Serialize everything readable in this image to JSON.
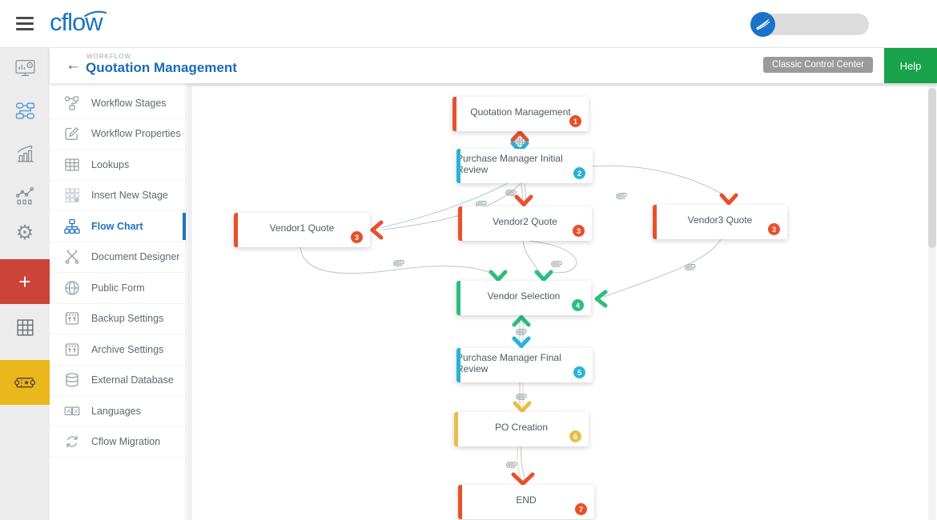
{
  "topbar": {
    "logo_text": "cflow"
  },
  "page_header": {
    "back_glyph": "←",
    "eyebrow": "WORKFLOW",
    "title": "Quotation Management",
    "classic_button_label": "Classic Control Center",
    "help_button_label": "Help"
  },
  "left_rail": {
    "plus_glyph": "+",
    "gear_glyph": "⚙",
    "icons": [
      "dashboard-monitor-icon",
      "workflow-stages-icon",
      "analytics-chart-icon",
      "statistics-icon",
      "settings-gear-icon",
      "add-plus-icon",
      "grid-apps-icon",
      "ticket-icon"
    ]
  },
  "sidebar": {
    "items": [
      {
        "label": "Workflow Stages",
        "icon": "stages-icon",
        "active": false
      },
      {
        "label": "Workflow Properties",
        "icon": "edit-icon",
        "active": false
      },
      {
        "label": "Lookups",
        "icon": "table-icon",
        "active": false
      },
      {
        "label": "Insert New Stage",
        "icon": "insert-grid-icon",
        "active": false
      },
      {
        "label": "Flow Chart",
        "icon": "flowchart-icon",
        "active": true
      },
      {
        "label": "Document Designer",
        "icon": "designer-icon",
        "active": false
      },
      {
        "label": "Public Form",
        "icon": "globe-icon",
        "active": false
      },
      {
        "label": "Backup Settings",
        "icon": "backup-icon",
        "active": false
      },
      {
        "label": "Archive Settings",
        "icon": "archive-icon",
        "active": false
      },
      {
        "label": "External Database",
        "icon": "database-icon",
        "active": false
      },
      {
        "label": "Languages",
        "icon": "languages-icon",
        "active": false
      },
      {
        "label": "Cflow Migration",
        "icon": "migration-icon",
        "active": false
      }
    ]
  },
  "flowchart": {
    "nodes": [
      {
        "label": "Quotation Management",
        "badge": "1",
        "color": "#e8502a"
      },
      {
        "label": "Purchase Manager Initial Review",
        "badge": "2",
        "color": "#29b2d8"
      },
      {
        "label": "Vendor1 Quote",
        "badge": "3",
        "color": "#e8502a"
      },
      {
        "label": "Vendor2 Quote",
        "badge": "3",
        "color": "#e8502a"
      },
      {
        "label": "Vendor3 Quote",
        "badge": "3",
        "color": "#e8502a"
      },
      {
        "label": "Vendor Selection",
        "badge": "4",
        "color": "#2dbe7d"
      },
      {
        "label": "Purchase Manager Final Review",
        "badge": "5",
        "color": "#29b2d8"
      },
      {
        "label": "PO Creation",
        "badge": "6",
        "color": "#e7c04a"
      },
      {
        "label": "END",
        "badge": "7",
        "color": "#e8502a"
      }
    ]
  },
  "colors": {
    "accent_red": "#e8502a",
    "accent_blue": "#29b2d8",
    "accent_green": "#2dbe7d",
    "accent_yellow": "#e7c04a",
    "brand_blue": "#1b75bc",
    "active_menu_blue": "#1e73be",
    "help_green": "#17a24b",
    "rail_red_tile": "#cc4437",
    "rail_yellow_tile": "#eab71c"
  }
}
